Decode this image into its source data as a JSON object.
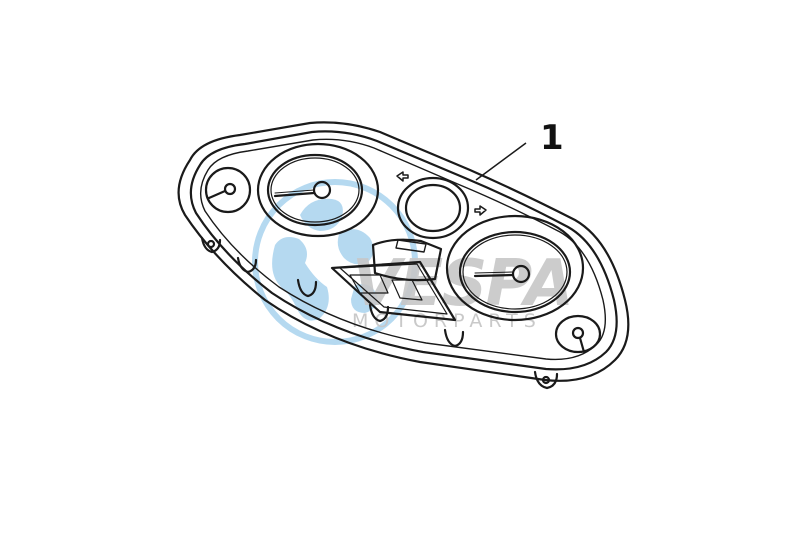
{
  "diagram": {
    "callout": {
      "label": "1"
    },
    "part": {
      "icon": "instrument-cluster-drawing"
    },
    "watermark": {
      "logo_text": "VESPA",
      "sub_text": "MOTORPARTS",
      "icon": "globe-icon",
      "colors": {
        "globe": "#a9d3ee",
        "text": "#c7c7c7"
      }
    },
    "colors": {
      "line": "#1a1a1a",
      "background": "#ffffff"
    }
  }
}
